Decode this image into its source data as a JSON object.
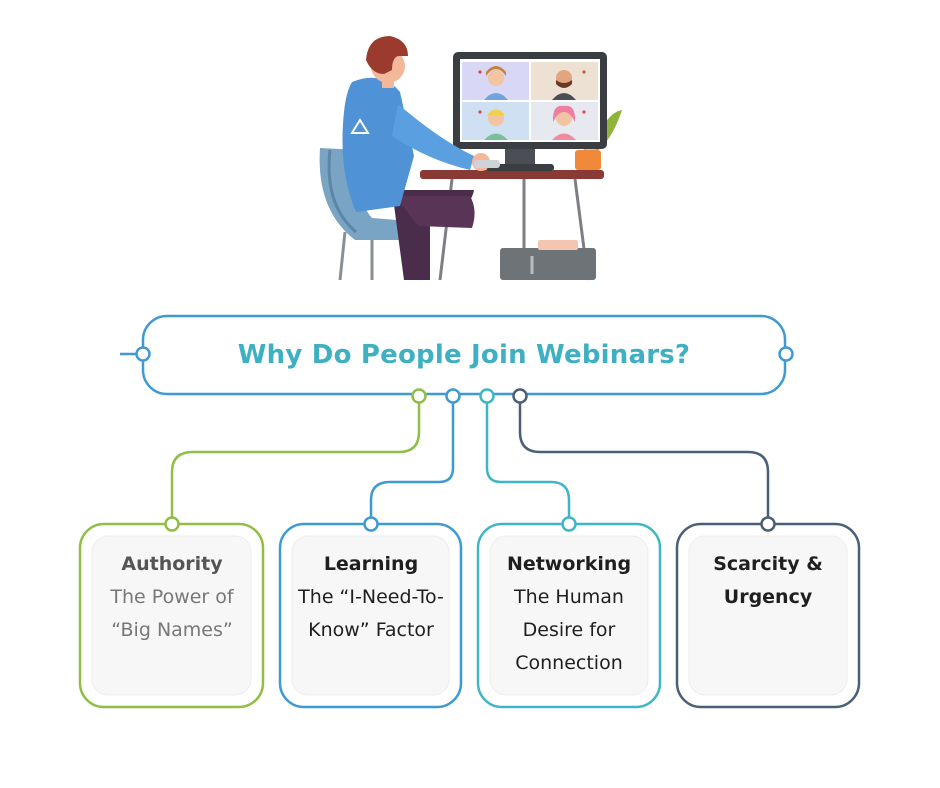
{
  "title": "Why Do People Join Webinars?",
  "colors": {
    "title": "#3fb0c2",
    "authority": "#8fbf46",
    "learning": "#3f9ad4",
    "networking": "#3fb6c7",
    "scarcity": "#4a5f78"
  },
  "cards": [
    {
      "title": "Authority",
      "subtitle": "The Power of “Big Names”"
    },
    {
      "title": "Learning",
      "subtitle": "The “I-Need-To-Know” Factor"
    },
    {
      "title": "Networking",
      "subtitle": "The Human Desire for Connection"
    },
    {
      "title": "Scarcity & Urgency",
      "subtitle": ""
    }
  ],
  "illustration": "person-at-desk-video-call"
}
